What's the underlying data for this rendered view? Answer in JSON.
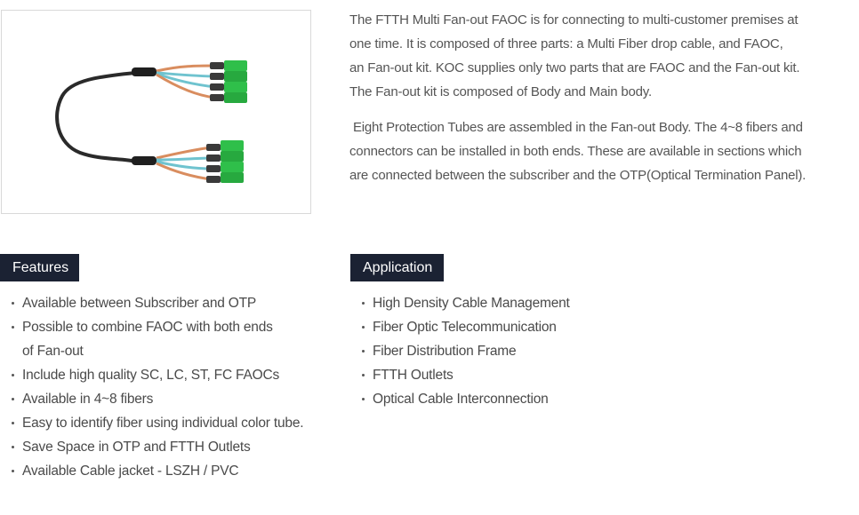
{
  "colors": {
    "title_bg": "#1b2233",
    "title_text": "#ffffff",
    "body_text": "#4a4a4a",
    "image_border": "#d9d9d9",
    "connector_green": "#2fbf4a",
    "cable_black": "#2a2a2a",
    "fiber_orange": "#d98d5f",
    "fiber_blue": "#6fc3cf"
  },
  "product_image": {
    "icon": "fiber-fanout-cable-icon"
  },
  "description": {
    "paragraphs": [
      {
        "lines": [
          "The FTTH Multi Fan-out FAOC is for connecting to multi-customer premises at",
          "one time. It is composed of three parts: a Multi Fiber drop cable, and FAOC,",
          "an Fan-out kit. KOC supplies only two parts that are FAOC and the Fan-out kit.",
          "The Fan-out kit is composed of Body and Main body."
        ]
      },
      {
        "lines": [
          " Eight Protection Tubes are assembled in the Fan-out Body. The 4~8 fibers and",
          "connectors can be installed in both ends. These are available in sections which",
          "are connected between the subscriber and the OTP(Optical Termination Panel)."
        ]
      }
    ]
  },
  "features": {
    "title": "Features",
    "items": [
      {
        "lines": [
          "Available between Subscriber and OTP"
        ]
      },
      {
        "lines": [
          "Possible to combine FAOC with both ends",
          "of Fan-out"
        ]
      },
      {
        "lines": [
          "Include high quality SC, LC, ST, FC FAOCs"
        ]
      },
      {
        "lines": [
          "Available in 4~8 fibers"
        ]
      },
      {
        "lines": [
          "Easy to identify fiber using individual color tube."
        ]
      },
      {
        "lines": [
          "Save Space in OTP and FTTH Outlets"
        ]
      },
      {
        "lines": [
          "Available Cable jacket - LSZH / PVC"
        ]
      }
    ]
  },
  "application": {
    "title": "Application",
    "items": [
      {
        "lines": [
          "High Density Cable Management"
        ]
      },
      {
        "lines": [
          "Fiber Optic Telecommunication"
        ]
      },
      {
        "lines": [
          "Fiber Distribution Frame"
        ]
      },
      {
        "lines": [
          "FTTH Outlets"
        ]
      },
      {
        "lines": [
          "Optical Cable Interconnection"
        ]
      }
    ]
  }
}
